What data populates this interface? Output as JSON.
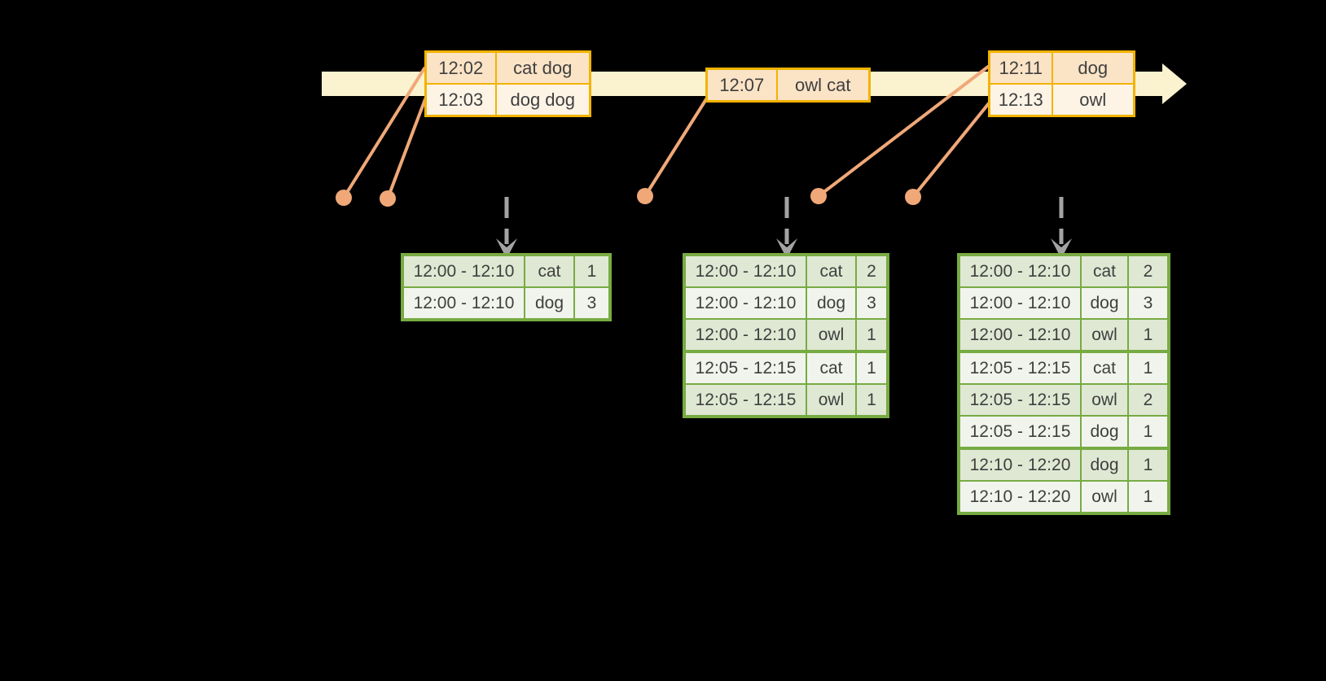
{
  "colors": {
    "band": "#FBF2CF",
    "gold": "#F2B300",
    "peach": "#FBE3C6",
    "cream": "#FDF4E6",
    "salmon": "#F0A878",
    "gray": "#A3A3A3",
    "green": "#77AB43",
    "sage": "#DFE8D3",
    "leaf": "#F1F4EC",
    "ink": "#3F3F3F"
  },
  "timeline": {
    "events": [
      {
        "entries": [
          {
            "time": "12:02",
            "words": "cat dog"
          },
          {
            "time": "12:03",
            "words": "dog dog"
          }
        ]
      },
      {
        "entries": [
          {
            "time": "12:07",
            "words": "owl cat"
          }
        ]
      },
      {
        "entries": [
          {
            "time": "12:11",
            "words": "dog"
          },
          {
            "time": "12:13",
            "words": "owl"
          }
        ]
      }
    ]
  },
  "result_tables": [
    {
      "rows": [
        {
          "window": "12:00 - 12:10",
          "word": "cat",
          "count": "1"
        },
        {
          "window": "12:00 - 12:10",
          "word": "dog",
          "count": "3"
        }
      ]
    },
    {
      "rows": [
        {
          "window": "12:00 - 12:10",
          "word": "cat",
          "count": "2"
        },
        {
          "window": "12:00 - 12:10",
          "word": "dog",
          "count": "3"
        },
        {
          "window": "12:00 - 12:10",
          "word": "owl",
          "count": "1"
        },
        {
          "window": "12:05 - 12:15",
          "word": "cat",
          "count": "1"
        },
        {
          "window": "12:05 - 12:15",
          "word": "owl",
          "count": "1"
        }
      ]
    },
    {
      "rows": [
        {
          "window": "12:00 - 12:10",
          "word": "cat",
          "count": "2"
        },
        {
          "window": "12:00 - 12:10",
          "word": "dog",
          "count": "3"
        },
        {
          "window": "12:00 - 12:10",
          "word": "owl",
          "count": "1"
        },
        {
          "window": "12:05 - 12:15",
          "word": "cat",
          "count": "1"
        },
        {
          "window": "12:05 - 12:15",
          "word": "owl",
          "count": "2"
        },
        {
          "window": "12:05 - 12:15",
          "word": "dog",
          "count": "1"
        },
        {
          "window": "12:10 - 12:20",
          "word": "dog",
          "count": "1"
        },
        {
          "window": "12:10 - 12:20",
          "word": "owl",
          "count": "1"
        }
      ]
    }
  ]
}
